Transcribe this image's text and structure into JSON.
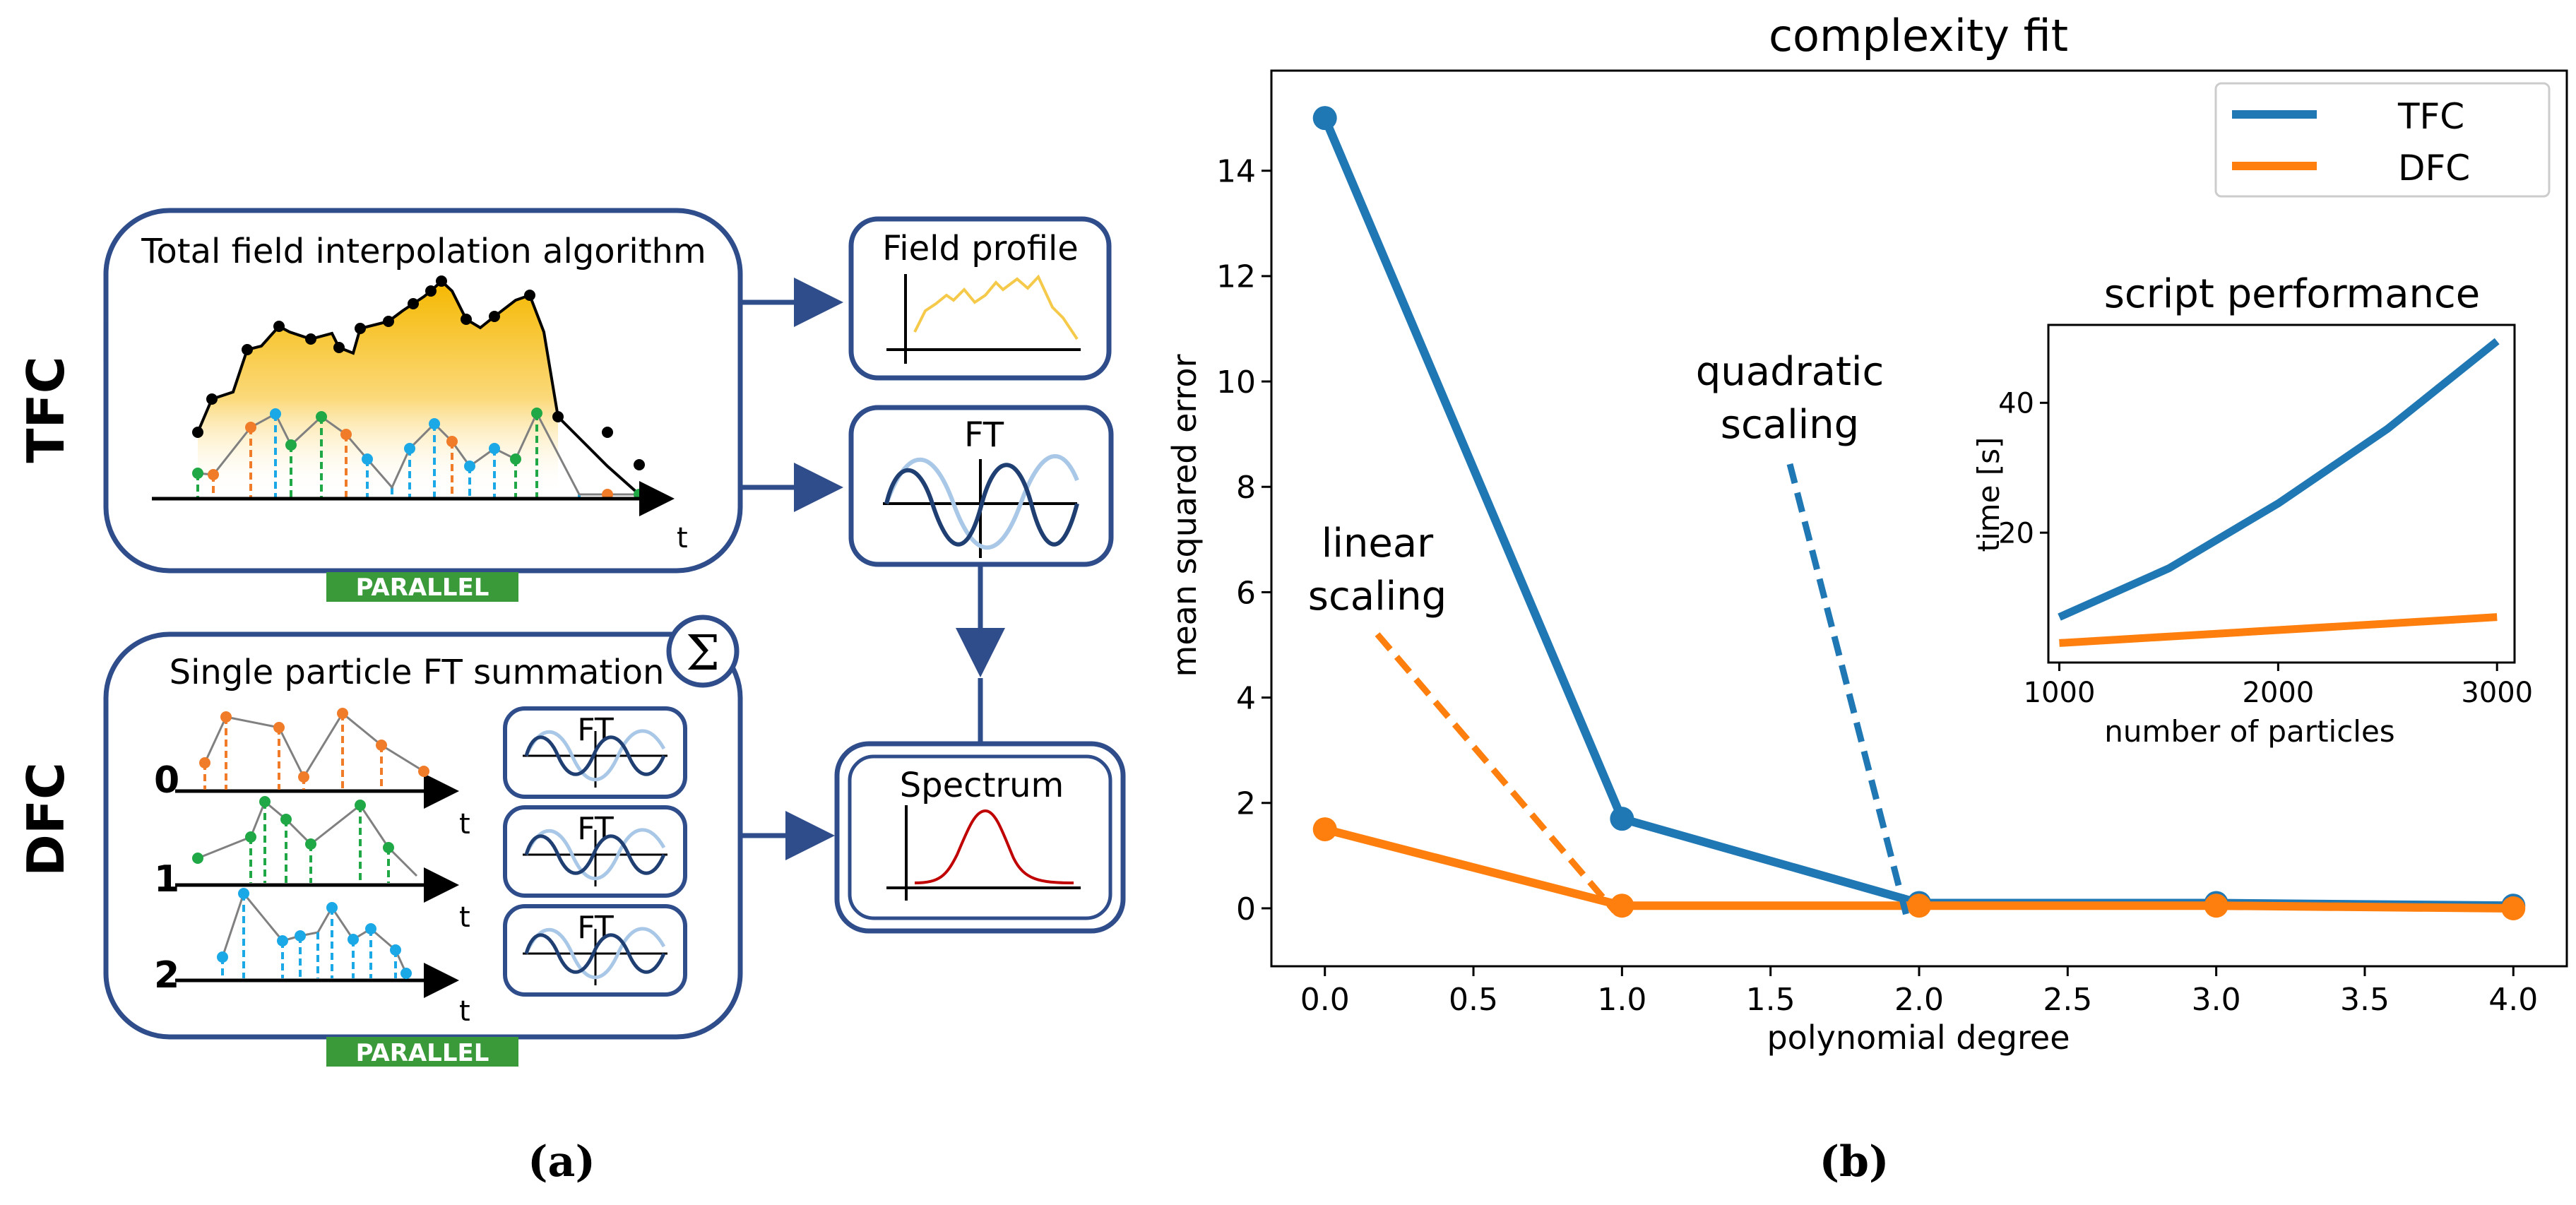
{
  "panel_a": {
    "caption": "(a)",
    "tfc": {
      "side_label": "TFC",
      "box_title": "Total field interpolation algorithm",
      "time_label": "t",
      "parallel_badge": "PARALLEL",
      "field_profile_title": "Field profile",
      "ft_title": "FT"
    },
    "dfc": {
      "side_label": "DFC",
      "box_title": "Single particle FT summation",
      "sum_symbol": "Σ",
      "row_labels": [
        "0",
        "1",
        "2"
      ],
      "time_label": "t",
      "ft_title": "FT",
      "parallel_badge": "PARALLEL"
    },
    "spectrum_title": "Spectrum",
    "colors": {
      "box_border": "#2e4d8a",
      "gold": "#f5b800",
      "orange": "#f07c2a",
      "green": "#1fa845",
      "cyan": "#1aa8e6",
      "badge": "#3a9a3a",
      "spectrum_red": "#c00000",
      "wave_dark": "#1f3f73",
      "wave_light": "#a9c7e6"
    }
  },
  "panel_b": {
    "caption": "(b)",
    "annotations": {
      "linear_line1": "linear",
      "linear_line2": "scaling",
      "quadratic_line1": "quadratic",
      "quadratic_line2": "scaling"
    }
  },
  "chart_data": [
    {
      "type": "line",
      "title": "complexity fit",
      "xlabel": "polynomial degree",
      "ylabel": "mean squared error",
      "xlim": [
        -0.18,
        4.18
      ],
      "ylim": [
        -1.1,
        15.9
      ],
      "xticks": [
        "0.0",
        "0.5",
        "1.0",
        "1.5",
        "2.0",
        "2.5",
        "3.0",
        "3.5",
        "4.0"
      ],
      "yticks": [
        "0",
        "2",
        "4",
        "6",
        "8",
        "10",
        "12",
        "14"
      ],
      "legend_position": "top-right",
      "x": [
        0,
        1,
        2,
        3,
        4
      ],
      "series": [
        {
          "name": "TFC",
          "color": "#1f77b4",
          "values": [
            15.0,
            1.7,
            0.1,
            0.1,
            0.05
          ]
        },
        {
          "name": "DFC",
          "color": "#ff7f0e",
          "values": [
            1.5,
            0.05,
            0.05,
            0.05,
            0.0
          ]
        }
      ]
    },
    {
      "type": "line",
      "title": "script performance",
      "xlabel": "number of particles",
      "ylabel": "time [s]",
      "xlim": [
        950,
        3080
      ],
      "ylim": [
        0,
        52
      ],
      "xticks": [
        "1000",
        "2000",
        "3000"
      ],
      "yticks": [
        "20",
        "40"
      ],
      "x": [
        1000,
        1500,
        2000,
        2500,
        3000
      ],
      "series": [
        {
          "name": "TFC",
          "color": "#1f77b4",
          "values": [
            7,
            14.5,
            24.5,
            36,
            49.5
          ]
        },
        {
          "name": "DFC",
          "color": "#ff7f0e",
          "values": [
            3,
            4,
            5,
            6,
            7
          ]
        }
      ]
    }
  ]
}
